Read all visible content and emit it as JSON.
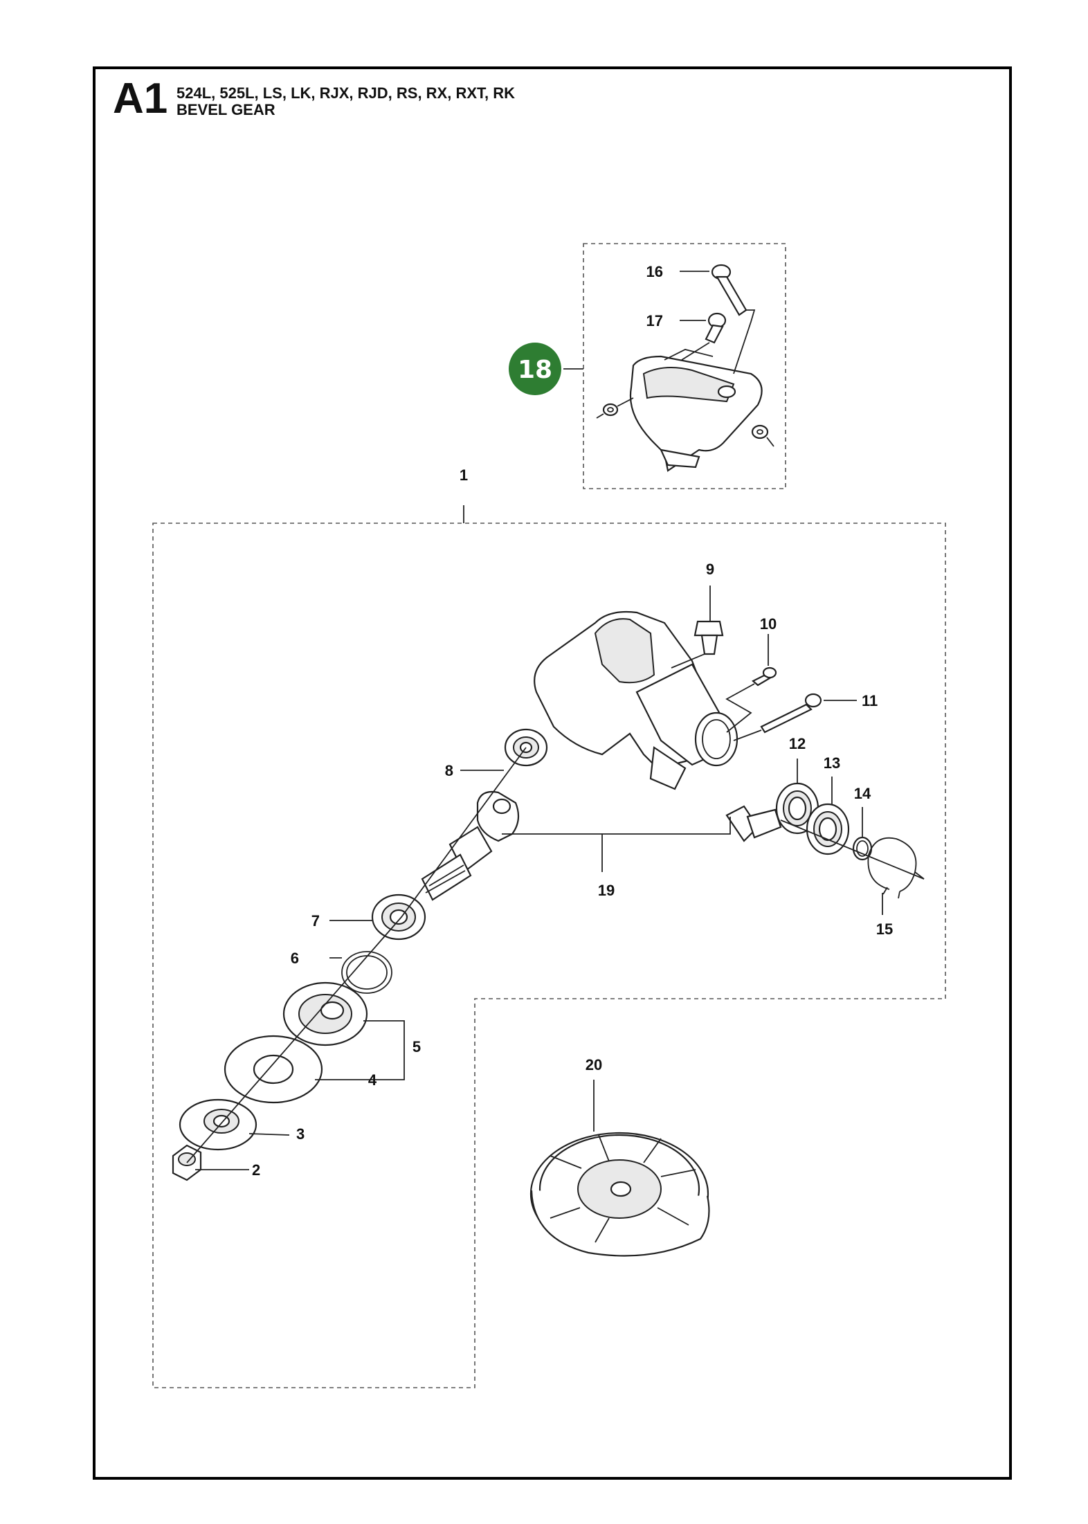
{
  "header": {
    "section_code": "A1",
    "models": "524L, 525L, LS, LK, RJX, RJD, RS, RX, RXT, RK",
    "title": "BEVEL GEAR"
  },
  "callouts": {
    "c1": "1",
    "c2": "2",
    "c3": "3",
    "c4": "4",
    "c5": "5",
    "c6": "6",
    "c7": "7",
    "c8": "8",
    "c9": "9",
    "c10": "10",
    "c11": "11",
    "c12": "12",
    "c13": "13",
    "c14": "14",
    "c15": "15",
    "c16": "16",
    "c17": "17",
    "c18": "18",
    "c19": "19",
    "c20": "20"
  },
  "colors": {
    "badge": "#2e7d32",
    "line": "#222222"
  }
}
